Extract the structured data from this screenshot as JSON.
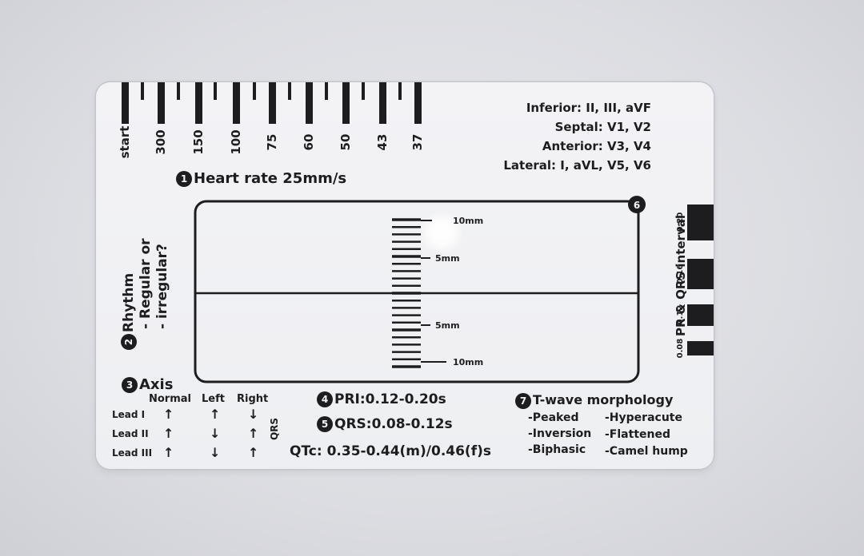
{
  "heart_rate": {
    "scale_labels": [
      "start",
      "300",
      "150",
      "100",
      "75",
      "60",
      "50",
      "43",
      "37"
    ],
    "title_number": "1",
    "title": "Heart rate 25mm/s"
  },
  "leads": {
    "inferior": "Inferior: II, III, aVF",
    "septal": "Septal: V1, V2",
    "anterior": "Anterior: V3, V4",
    "lateral": "Lateral: I, aVL, V5, V6"
  },
  "rhythm": {
    "number": "2",
    "line1": "Rhythm",
    "line2": "- Regular or",
    "line3": "- irregular?"
  },
  "ruler": {
    "upper_10": "10mm",
    "upper_5": "5mm",
    "lower_5": "5mm",
    "lower_10": "10mm"
  },
  "box_number": "6",
  "intervals": {
    "title": "PR & QRS interval",
    "values": [
      "0.20",
      "0.16",
      "0.12",
      "0.08"
    ]
  },
  "axis": {
    "number": "3",
    "title": "Axis",
    "cols": [
      "Normal",
      "Left",
      "Right"
    ],
    "rows": [
      {
        "lead": "Lead I",
        "normal": "↑",
        "left": "↑",
        "right": "↓"
      },
      {
        "lead": "Lead II",
        "normal": "↑",
        "left": "↓",
        "right": "↑"
      },
      {
        "lead": "Lead III",
        "normal": "↑",
        "left": "↓",
        "right": "↑"
      }
    ],
    "side_label": "QRS"
  },
  "pri": {
    "number": "4",
    "text": "PRI:0.12-0.20s"
  },
  "qrs": {
    "number": "5",
    "text": "QRS:0.08-0.12s"
  },
  "qtc": {
    "text": "QTc: 0.35-0.44(m)/0.46(f)s"
  },
  "twave": {
    "number": "7",
    "title": "T-wave morphology",
    "col1": [
      "-Peaked",
      "-Inversion",
      "-Biphasic"
    ],
    "col2": [
      "-Hyperacute",
      "-Flattened",
      "-Camel hump"
    ]
  },
  "colors": {
    "ink": "#1d1d1f",
    "card": "#f1f1f4",
    "background": "#dcdde2"
  }
}
